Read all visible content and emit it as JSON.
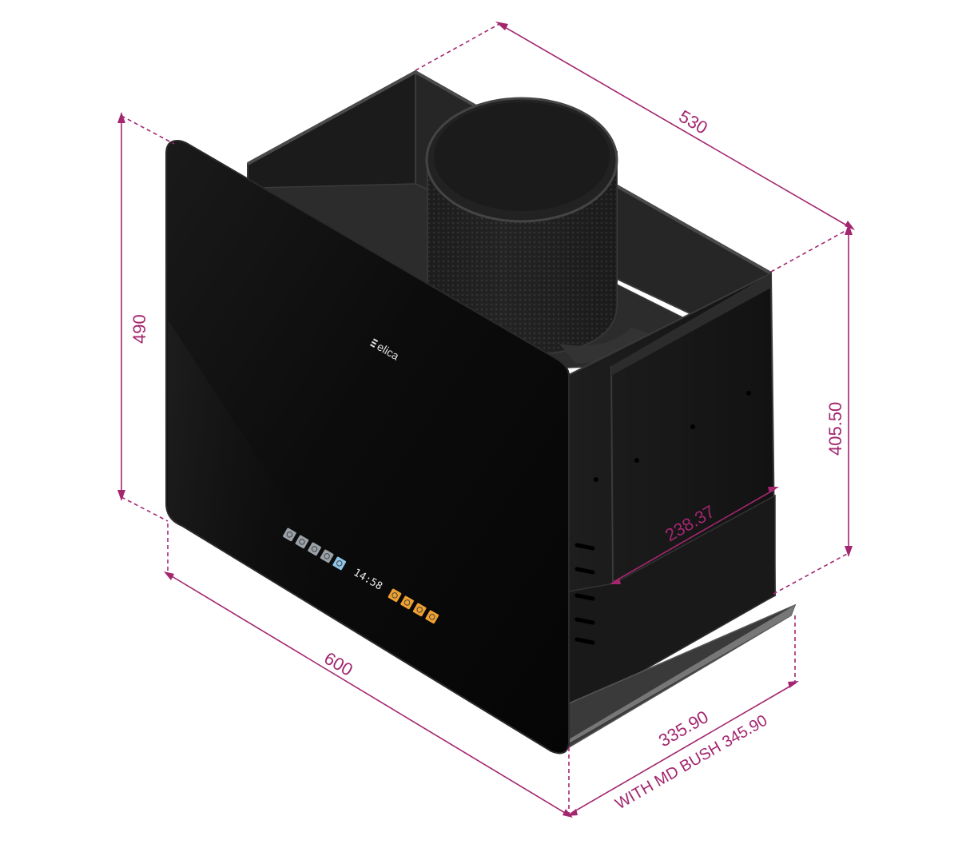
{
  "colors": {
    "dimension": "#a3266f",
    "body_dark": "#111111",
    "body_mid": "#1c1c1c",
    "body_side": "#232323",
    "interior": "#2a2a2a",
    "edge": "#3a3a3a",
    "button_grey": "#9aa1a8",
    "button_blue": "#8ec6e8",
    "button_orange": "#f0a030",
    "display_text": "#e8e8e8"
  },
  "brand": {
    "logo": "elica"
  },
  "control_panel": {
    "clock": "14:58",
    "left_buttons": [
      {
        "icon": "fan-icon",
        "color": "grey"
      },
      {
        "icon": "fan-speed-1-icon",
        "color": "grey"
      },
      {
        "icon": "fan-speed-2-icon",
        "color": "grey"
      },
      {
        "icon": "fan-speed-3-icon",
        "color": "grey"
      },
      {
        "icon": "boost-icon",
        "color": "blue"
      }
    ],
    "right_buttons": [
      {
        "icon": "light-icon",
        "color": "orange"
      },
      {
        "icon": "light-dim-icon",
        "color": "orange"
      },
      {
        "icon": "light-warm-icon",
        "color": "orange"
      },
      {
        "icon": "power-icon",
        "color": "orange"
      }
    ]
  },
  "dimensions": {
    "height_total": "490",
    "depth": "530",
    "height_side": "405.50",
    "width": "600",
    "side_depth": "238.37",
    "outlet_depth": "335.90",
    "outlet_depth_bush": "WITH MD BUSH 345.90"
  }
}
